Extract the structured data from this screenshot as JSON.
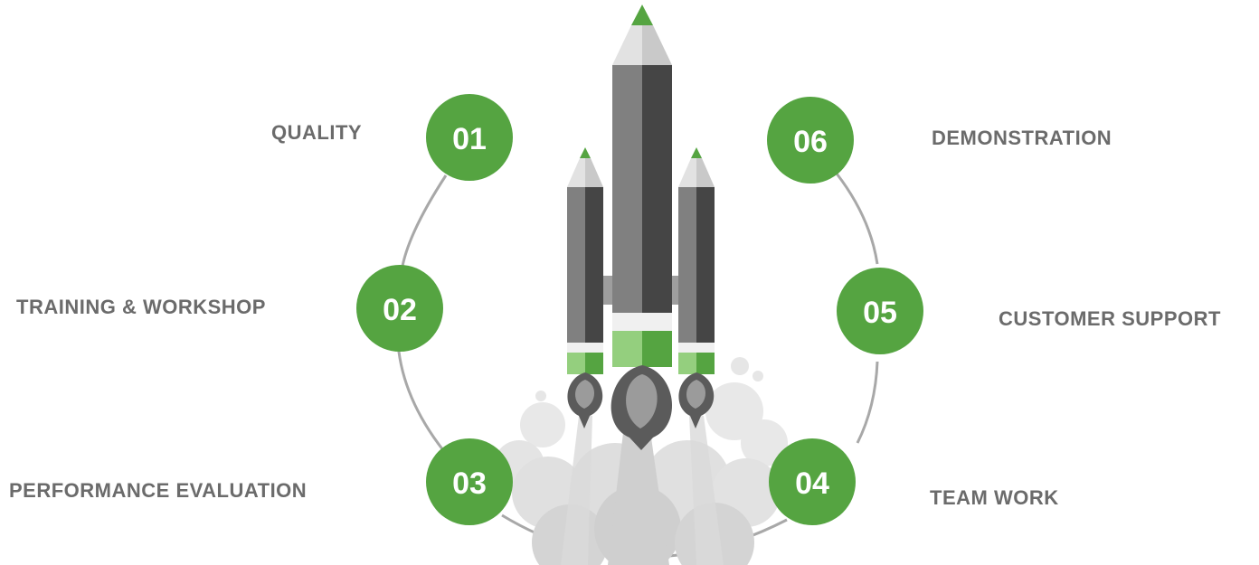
{
  "colors": {
    "accent": "#55a441",
    "accent_light": "#94cf7e",
    "label": "#6b6b6b",
    "ring": "#a8a8a8",
    "body_light": "#808080",
    "body_dark": "#454545",
    "smoke": "#e3e3e3"
  },
  "steps": [
    {
      "number": "01",
      "label": "QUALITY"
    },
    {
      "number": "02",
      "label": "TRAINING & WORKSHOP"
    },
    {
      "number": "03",
      "label": "PERFORMANCE EVALUATION"
    },
    {
      "number": "04",
      "label": "TEAM WORK"
    },
    {
      "number": "05",
      "label": "CUSTOMER SUPPORT"
    },
    {
      "number": "06",
      "label": "DEMONSTRATION"
    }
  ],
  "illustration": {
    "icon": "rocket-icon"
  }
}
